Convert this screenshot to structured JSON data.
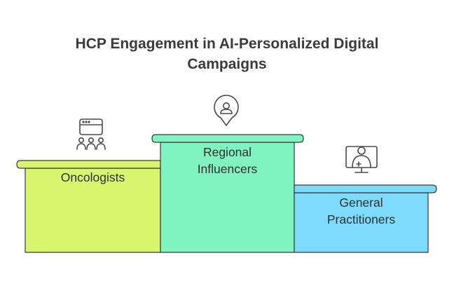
{
  "title": {
    "line1": "HCP Engagement in AI-Personalized Digital",
    "line2": "Campaigns"
  },
  "steps": [
    {
      "label_lines": [
        "Oncologists"
      ],
      "color": "#d8f56e",
      "icon": "browser-users-icon"
    },
    {
      "label_lines": [
        "Regional",
        "Influencers"
      ],
      "color": "#80f3c0",
      "icon": "location-pin-person-icon"
    },
    {
      "label_lines": [
        "General",
        "Practitioners"
      ],
      "color": "#7ddcfb",
      "icon": "telehealth-monitor-icon"
    }
  ],
  "colors": {
    "title": "#3b3b3b",
    "text": "#2f2f2f",
    "outline": "#3a3a3a",
    "icon": "#4a4a4a"
  }
}
